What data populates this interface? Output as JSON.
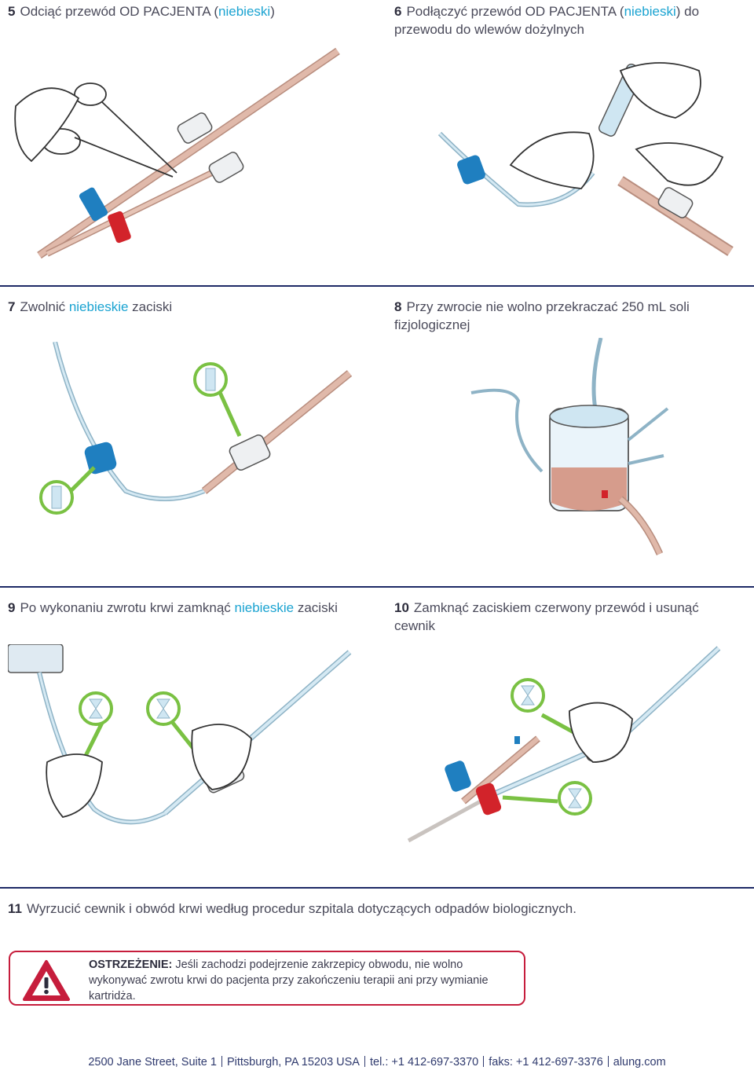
{
  "steps": {
    "s5": {
      "num": "5",
      "pre": "Odciąć przewód OD PACJENTA (",
      "hl": "niebieski",
      "post": ")"
    },
    "s6": {
      "num": "6",
      "pre": "Podłączyć przewód OD PACJENTA (",
      "hl": "niebieski",
      "post": ") do przewodu do wlewów dożylnych"
    },
    "s7": {
      "num": "7",
      "pre": "Zwolnić ",
      "hl": "niebieskie",
      "post": " zaciski"
    },
    "s8": {
      "num": "8",
      "text": "Przy zwrocie nie wolno przekraczać 250 mL soli fizjologicznej"
    },
    "s9": {
      "num": "9",
      "pre": "Po wykonaniu zwrotu krwi zamknąć ",
      "hl": "niebieskie",
      "post": " zaciski"
    },
    "s10": {
      "num": "10",
      "text": "Zamknąć zaciskiem czerwony przewód i usunąć cewnik"
    },
    "s11": {
      "num": "11",
      "text": "Wyrzucić cewnik i obwód krwi według procedur szpitala dotyczących odpadów biologicznych."
    }
  },
  "warning": {
    "label": "OSTRZEŻENIE:",
    "text": " Jeśli zachodzi podejrzenie zakrzepicy obwodu, nie wolno wykonywać zwrotu krwi do pacjenta przy zakończeniu terapii ani przy wymianie kartridża."
  },
  "footer": {
    "address": "2500 Jane Street, Suite 1",
    "city": "Pittsburgh, PA 15203 USA",
    "tel": "tel.: +1 412-697-3370",
    "fax": "faks: +1 412-697-3376",
    "web": "alung.com"
  },
  "colors": {
    "accent_blue": "#1aa3d1",
    "rule": "#1e2a66",
    "warning": "#c61d3c",
    "clamp_red": "#d2232a",
    "clamp_blue": "#1f7fc0",
    "tube_pink": "#e0b9aa",
    "tube_blue": "#cfe6f2",
    "pointer_green": "#7ac143"
  }
}
